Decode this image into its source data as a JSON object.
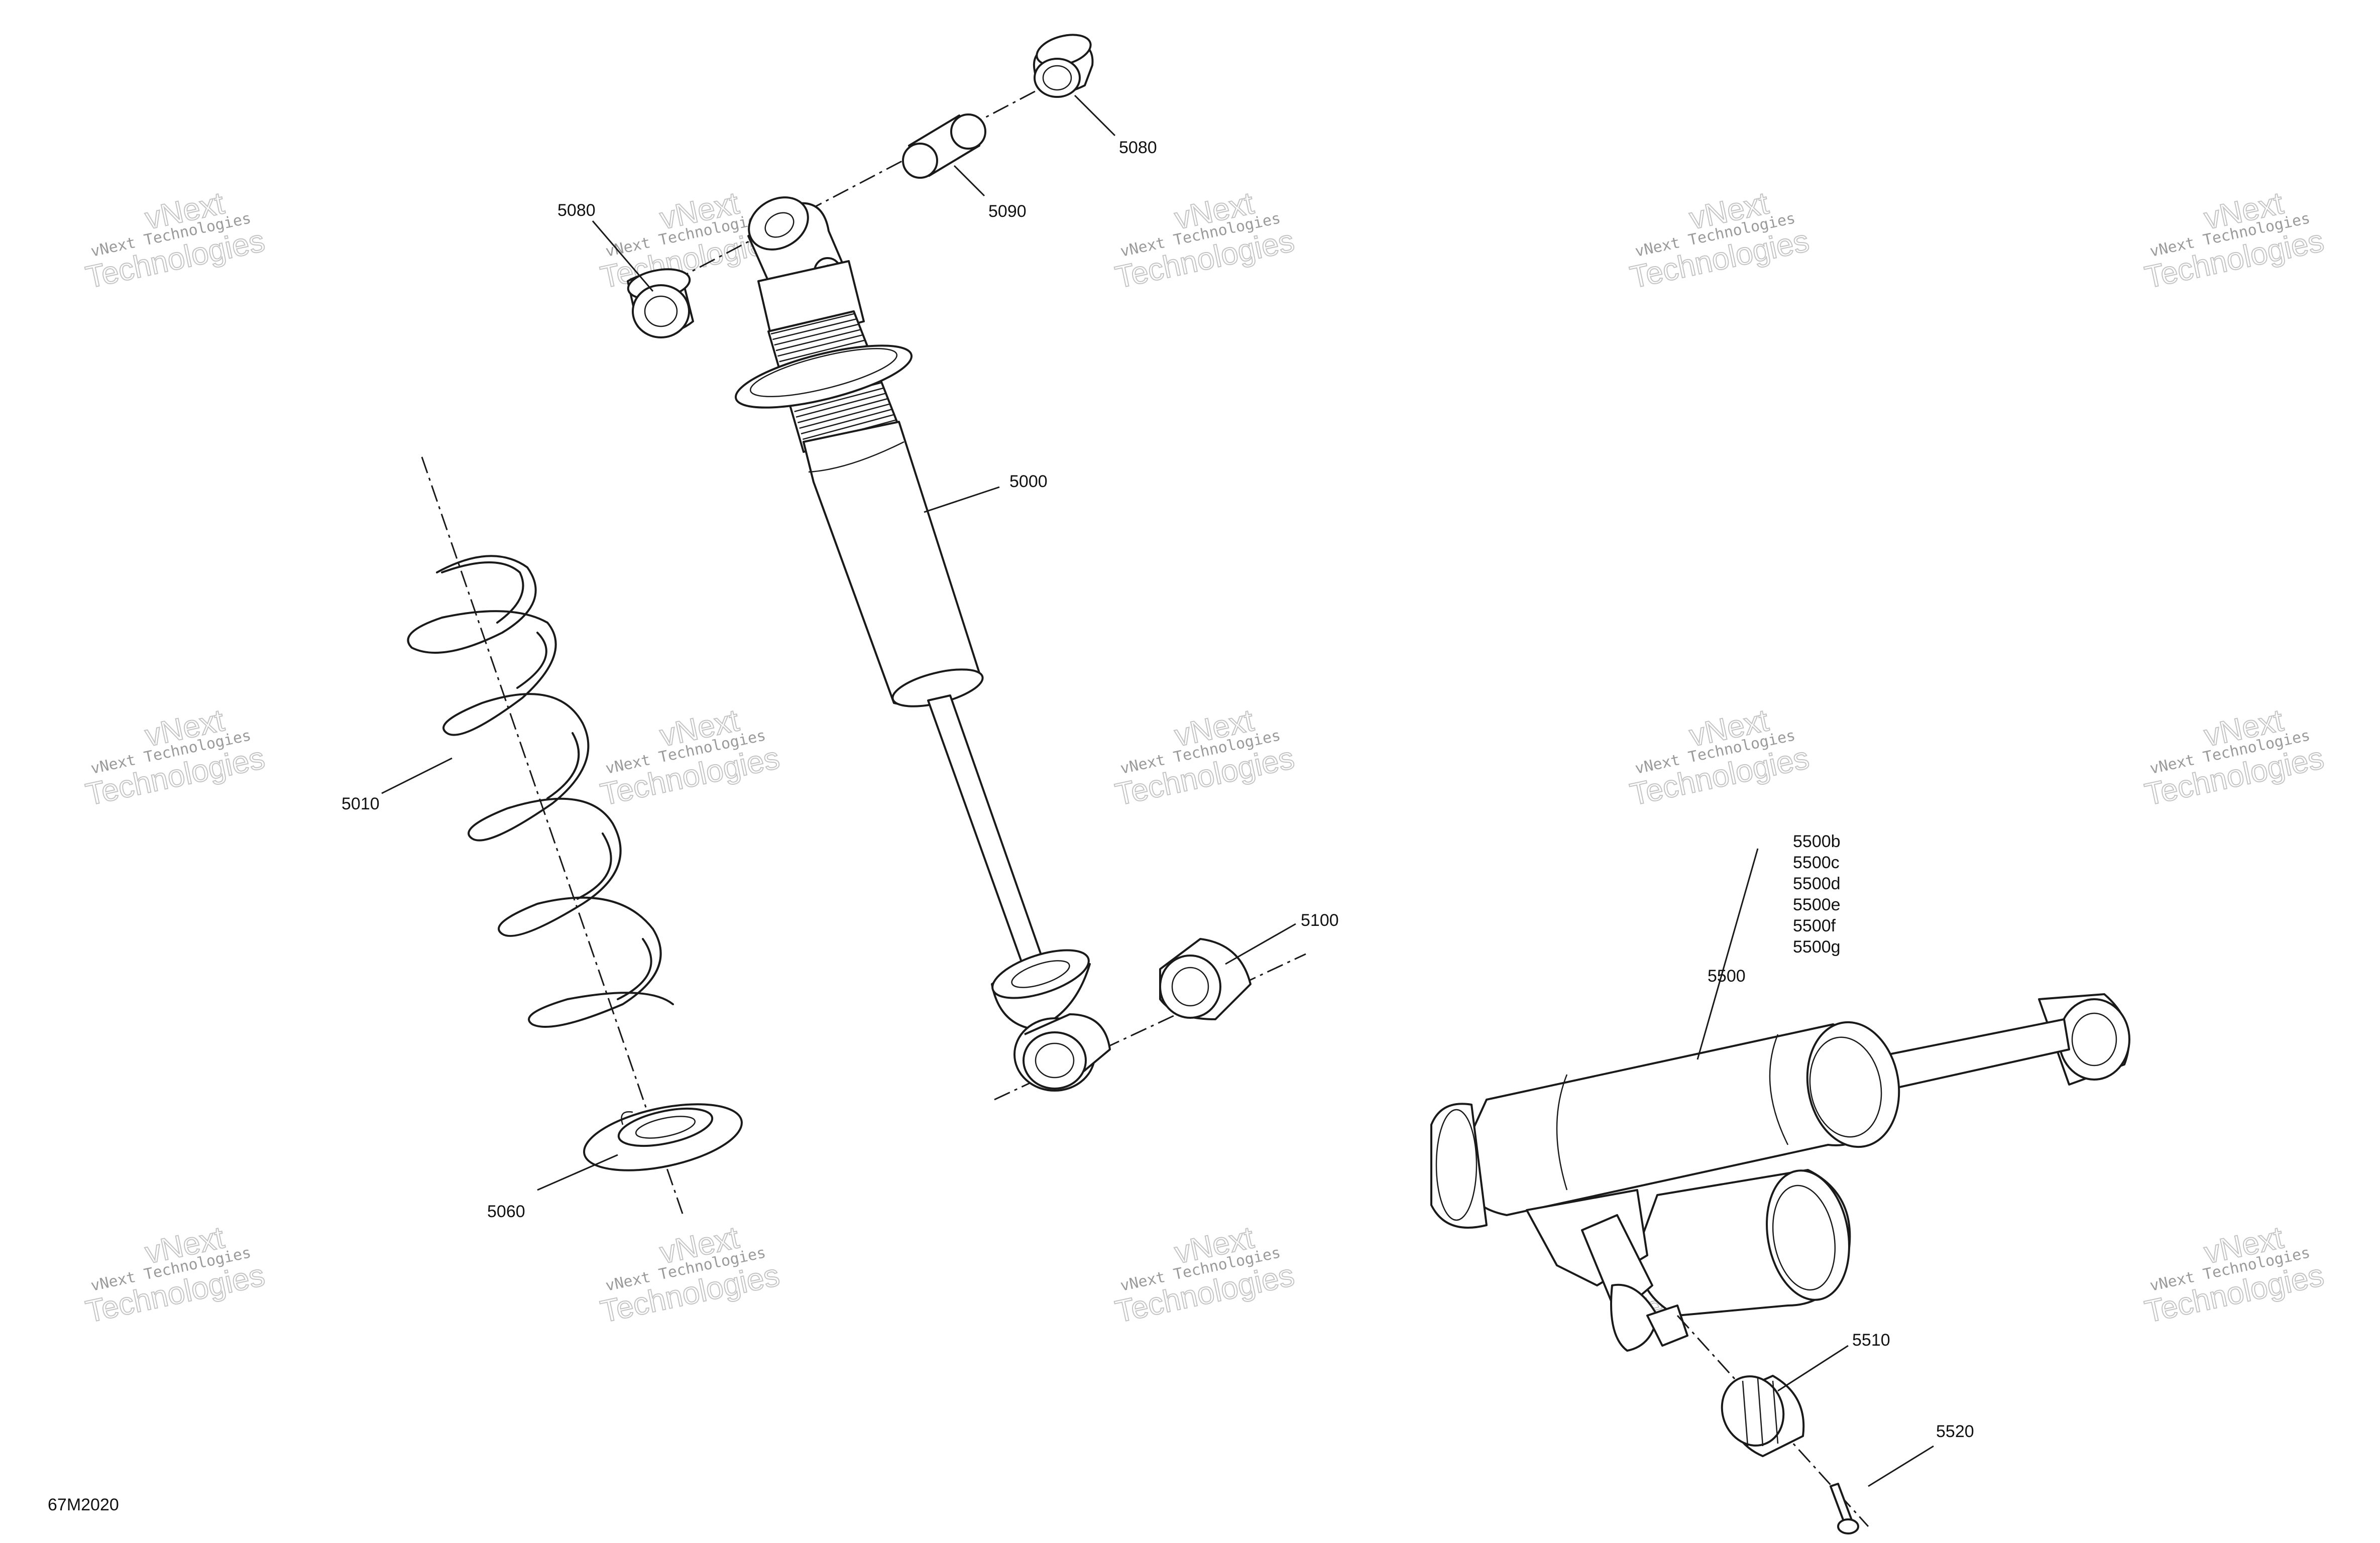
{
  "diagram": {
    "document_id": "67M2020",
    "watermark": {
      "brand": "vNext",
      "line_small": "vNext Technologies",
      "line_big": "Technologies"
    },
    "callouts": {
      "c5000": "5000",
      "c5010": "5010",
      "c5060": "5060",
      "c5080_left": "5080",
      "c5080_right": "5080",
      "c5090": "5090",
      "c5100": "5100",
      "c5500": "5500",
      "c5500b": "5500b",
      "c5500c": "5500c",
      "c5500d": "5500d",
      "c5500e": "5500e",
      "c5500f": "5500f",
      "c5500g": "5500g",
      "c5510": "5510",
      "c5520": "5520"
    }
  }
}
